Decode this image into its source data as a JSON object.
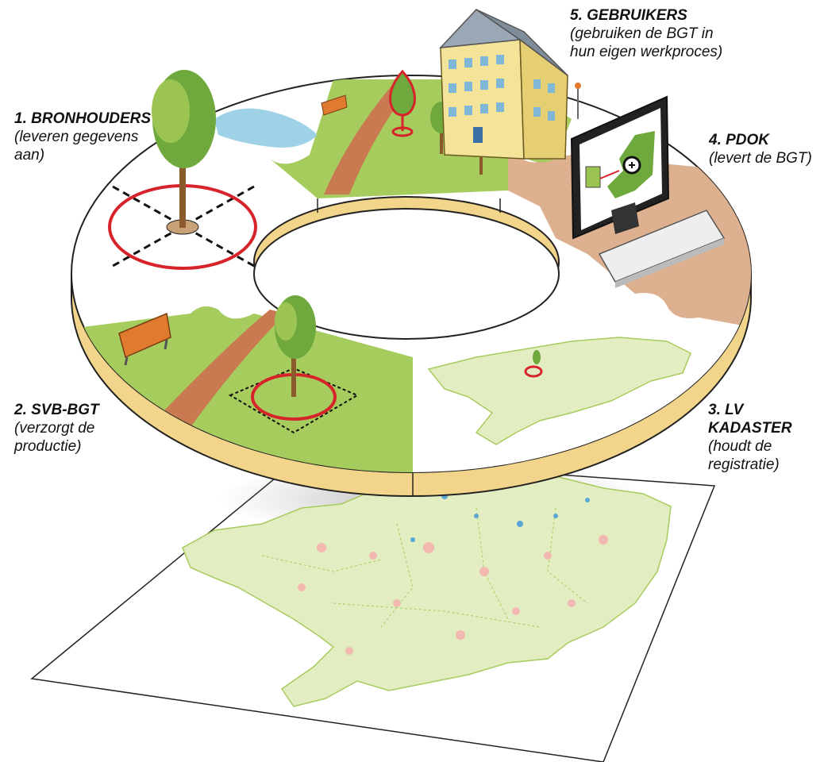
{
  "labels": {
    "bronhouders": {
      "title": "1. BRONHOUDERS",
      "subtitle": "(leveren gegevens\naan)"
    },
    "svb": {
      "title": "2. SVB-BGT",
      "subtitle": "(verzorgt de\nproductie)"
    },
    "kadaster": {
      "title": "3. LV KADASTER",
      "subtitle": "(houdt de\nregistratie)"
    },
    "pdok": {
      "title": "4. PDOK",
      "subtitle": "(levert de BGT)"
    },
    "gebruikers": {
      "title": "5. GEBRUIKERS",
      "subtitle": "(gebruiken de BGT in\nhun eigen werkproces)"
    }
  },
  "colors": {
    "grass": "#a6cc5e",
    "path": "#c97a50",
    "ring_edge": "#f2d58a",
    "pdok_fill": "#ddb08f",
    "map_fill": "#e3edc2",
    "highlight": "#d7232a",
    "tree": "#6fa83c",
    "water": "#9fd2e6"
  }
}
